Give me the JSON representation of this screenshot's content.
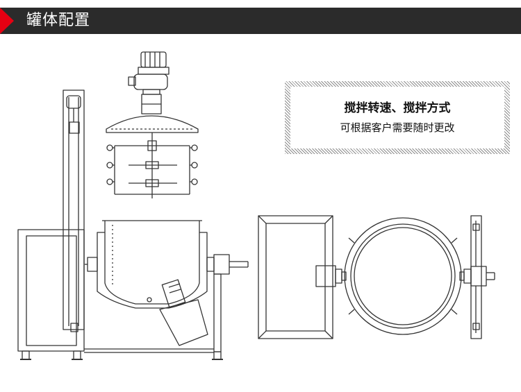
{
  "header": {
    "title": "罐体配置",
    "bar_color": "#2b2b2b",
    "accent_color": "#e60012"
  },
  "note": {
    "line1": "搅拌转速、搅拌方式",
    "line2": "可根据客户需要随时更改"
  },
  "diagram": {
    "line_color": "#333333",
    "views": [
      "side-view",
      "top-view"
    ]
  }
}
